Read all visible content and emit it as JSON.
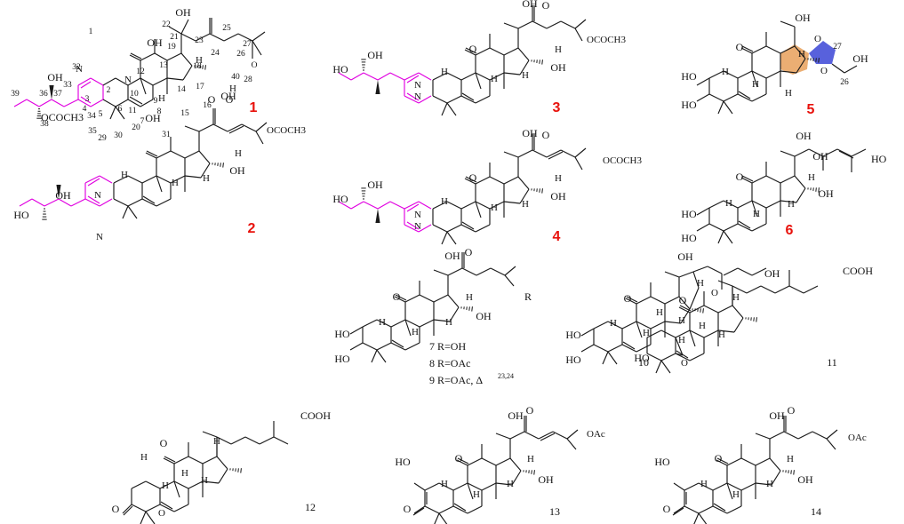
{
  "colors": {
    "bond": "#1a1a1a",
    "pyrazine_highlight": "#e000e0",
    "label_red": "#e8120c",
    "ring_e_orange": "#e8a05a",
    "ring_f_blue": "#4650d8",
    "background": "#ffffff"
  },
  "structures": [
    {
      "id": "1",
      "label": "1",
      "color": "red",
      "atoms": [
        "1",
        "2",
        "3",
        "4",
        "5",
        "6",
        "7",
        "8",
        "9",
        "10",
        "11",
        "12",
        "13",
        "14",
        "15",
        "16",
        "17",
        "18",
        "19",
        "20",
        "21",
        "22",
        "23",
        "24",
        "25",
        "26",
        "27",
        "28",
        "29",
        "30",
        "31",
        "32",
        "33",
        "34",
        "35",
        "36",
        "37",
        "38",
        "39",
        "40",
        "O",
        "OH",
        "OH",
        "OH",
        "OH",
        "OCOCH3",
        "H",
        "H",
        "H",
        "N",
        "N"
      ]
    },
    {
      "id": "2",
      "label": "2",
      "color": "red",
      "groups": [
        "O",
        "OH",
        "O",
        "OCOCH3",
        "H",
        "H",
        "H",
        "OH",
        "HO",
        "OH",
        "N",
        "N",
        "H"
      ]
    },
    {
      "id": "3",
      "label": "3",
      "color": "red",
      "groups": [
        "OH",
        "O",
        "OCOCH3",
        "O",
        "H",
        "H",
        "H",
        "OH",
        "HO",
        "OH",
        "N",
        "N",
        "H"
      ]
    },
    {
      "id": "4",
      "label": "4",
      "color": "red",
      "groups": [
        "OH",
        "O",
        "OCOCH3",
        "O",
        "H",
        "H",
        "H",
        "OH",
        "HO",
        "OH",
        "N",
        "N",
        "H"
      ]
    },
    {
      "id": "5",
      "label": "5",
      "color": "red",
      "groups": [
        "OH",
        "O",
        "27",
        "O",
        "26",
        "OH",
        "H",
        "O",
        "H",
        "H",
        "HO",
        "HO",
        "H"
      ]
    },
    {
      "id": "6",
      "label": "6",
      "color": "red",
      "groups": [
        "OH",
        "HO",
        "OH",
        "O",
        "H",
        "H",
        "OH",
        "H",
        "HO",
        "HO",
        "H"
      ]
    },
    {
      "id": "7-9",
      "label": "",
      "color": "black",
      "groups": [
        "OH",
        "O",
        "R",
        "O",
        "H",
        "H",
        "OH",
        "HO",
        "HO",
        "H",
        "H"
      ],
      "notes": [
        "7 R=OH",
        "8 R=OAc",
        "9 R=OAc, Δ",
        "23,24"
      ]
    },
    {
      "id": "10",
      "label": "10",
      "color": "black",
      "groups": [
        "OH",
        "OH",
        "O",
        "H",
        "H",
        "O",
        "HO",
        "HO",
        "H",
        "H"
      ]
    },
    {
      "id": "11",
      "label": "11",
      "color": "black",
      "groups": [
        "COOH",
        "O",
        "H",
        "H",
        "H",
        "HO",
        "O",
        "H",
        "H"
      ]
    },
    {
      "id": "12",
      "label": "12",
      "color": "black",
      "groups": [
        "COOH",
        "O",
        "H",
        "H",
        "H",
        "O",
        "O",
        "H",
        "H"
      ]
    },
    {
      "id": "13",
      "label": "13",
      "color": "black",
      "groups": [
        "OH",
        "O",
        "OAc",
        "O",
        "H",
        "H",
        "OH",
        "HO",
        "O",
        "H",
        "H"
      ]
    },
    {
      "id": "14",
      "label": "14",
      "color": "black",
      "groups": [
        "OH",
        "O",
        "OAc",
        "O",
        "H",
        "H",
        "OH",
        "HO",
        "O",
        "H",
        "H"
      ]
    }
  ]
}
